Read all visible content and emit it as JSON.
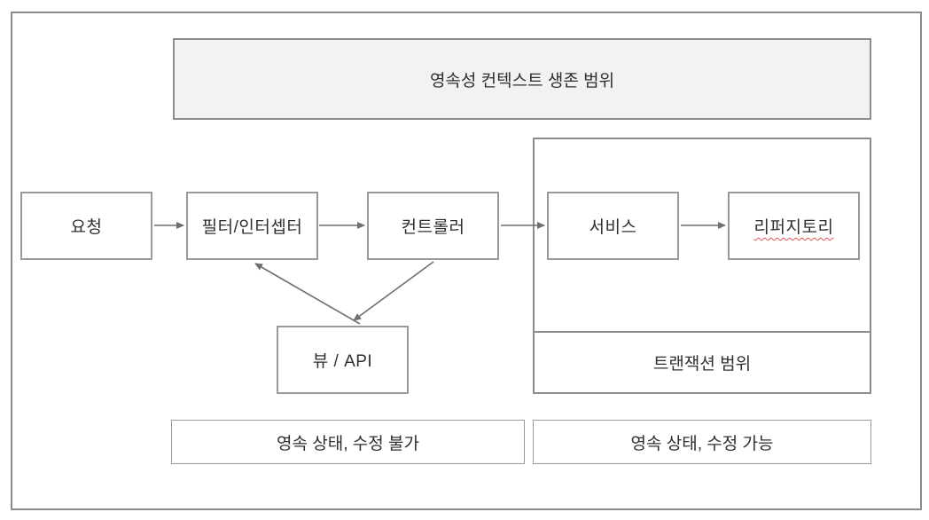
{
  "title_banner": "영속성 컨텍스트 생존 범위",
  "nodes": {
    "request": "요청",
    "filter_interceptor": "필터/인터셉터",
    "controller": "컨트롤러",
    "service": "서비스",
    "repository": "리퍼지토리",
    "view_api": "뷰 / API"
  },
  "transaction_scope_label": "트랜잭션 범위",
  "footnotes": {
    "immutable": "영속 상태, 수정 불가",
    "mutable": "영속 상태, 수정 가능"
  },
  "colors": {
    "box_border": "#999999",
    "frame_border": "#8c8c8c",
    "banner_fill": "#f2f2f2",
    "text": "#2f2f2f",
    "arrow": "#6f6f6f",
    "spellcheck_underline": "#e05252"
  }
}
